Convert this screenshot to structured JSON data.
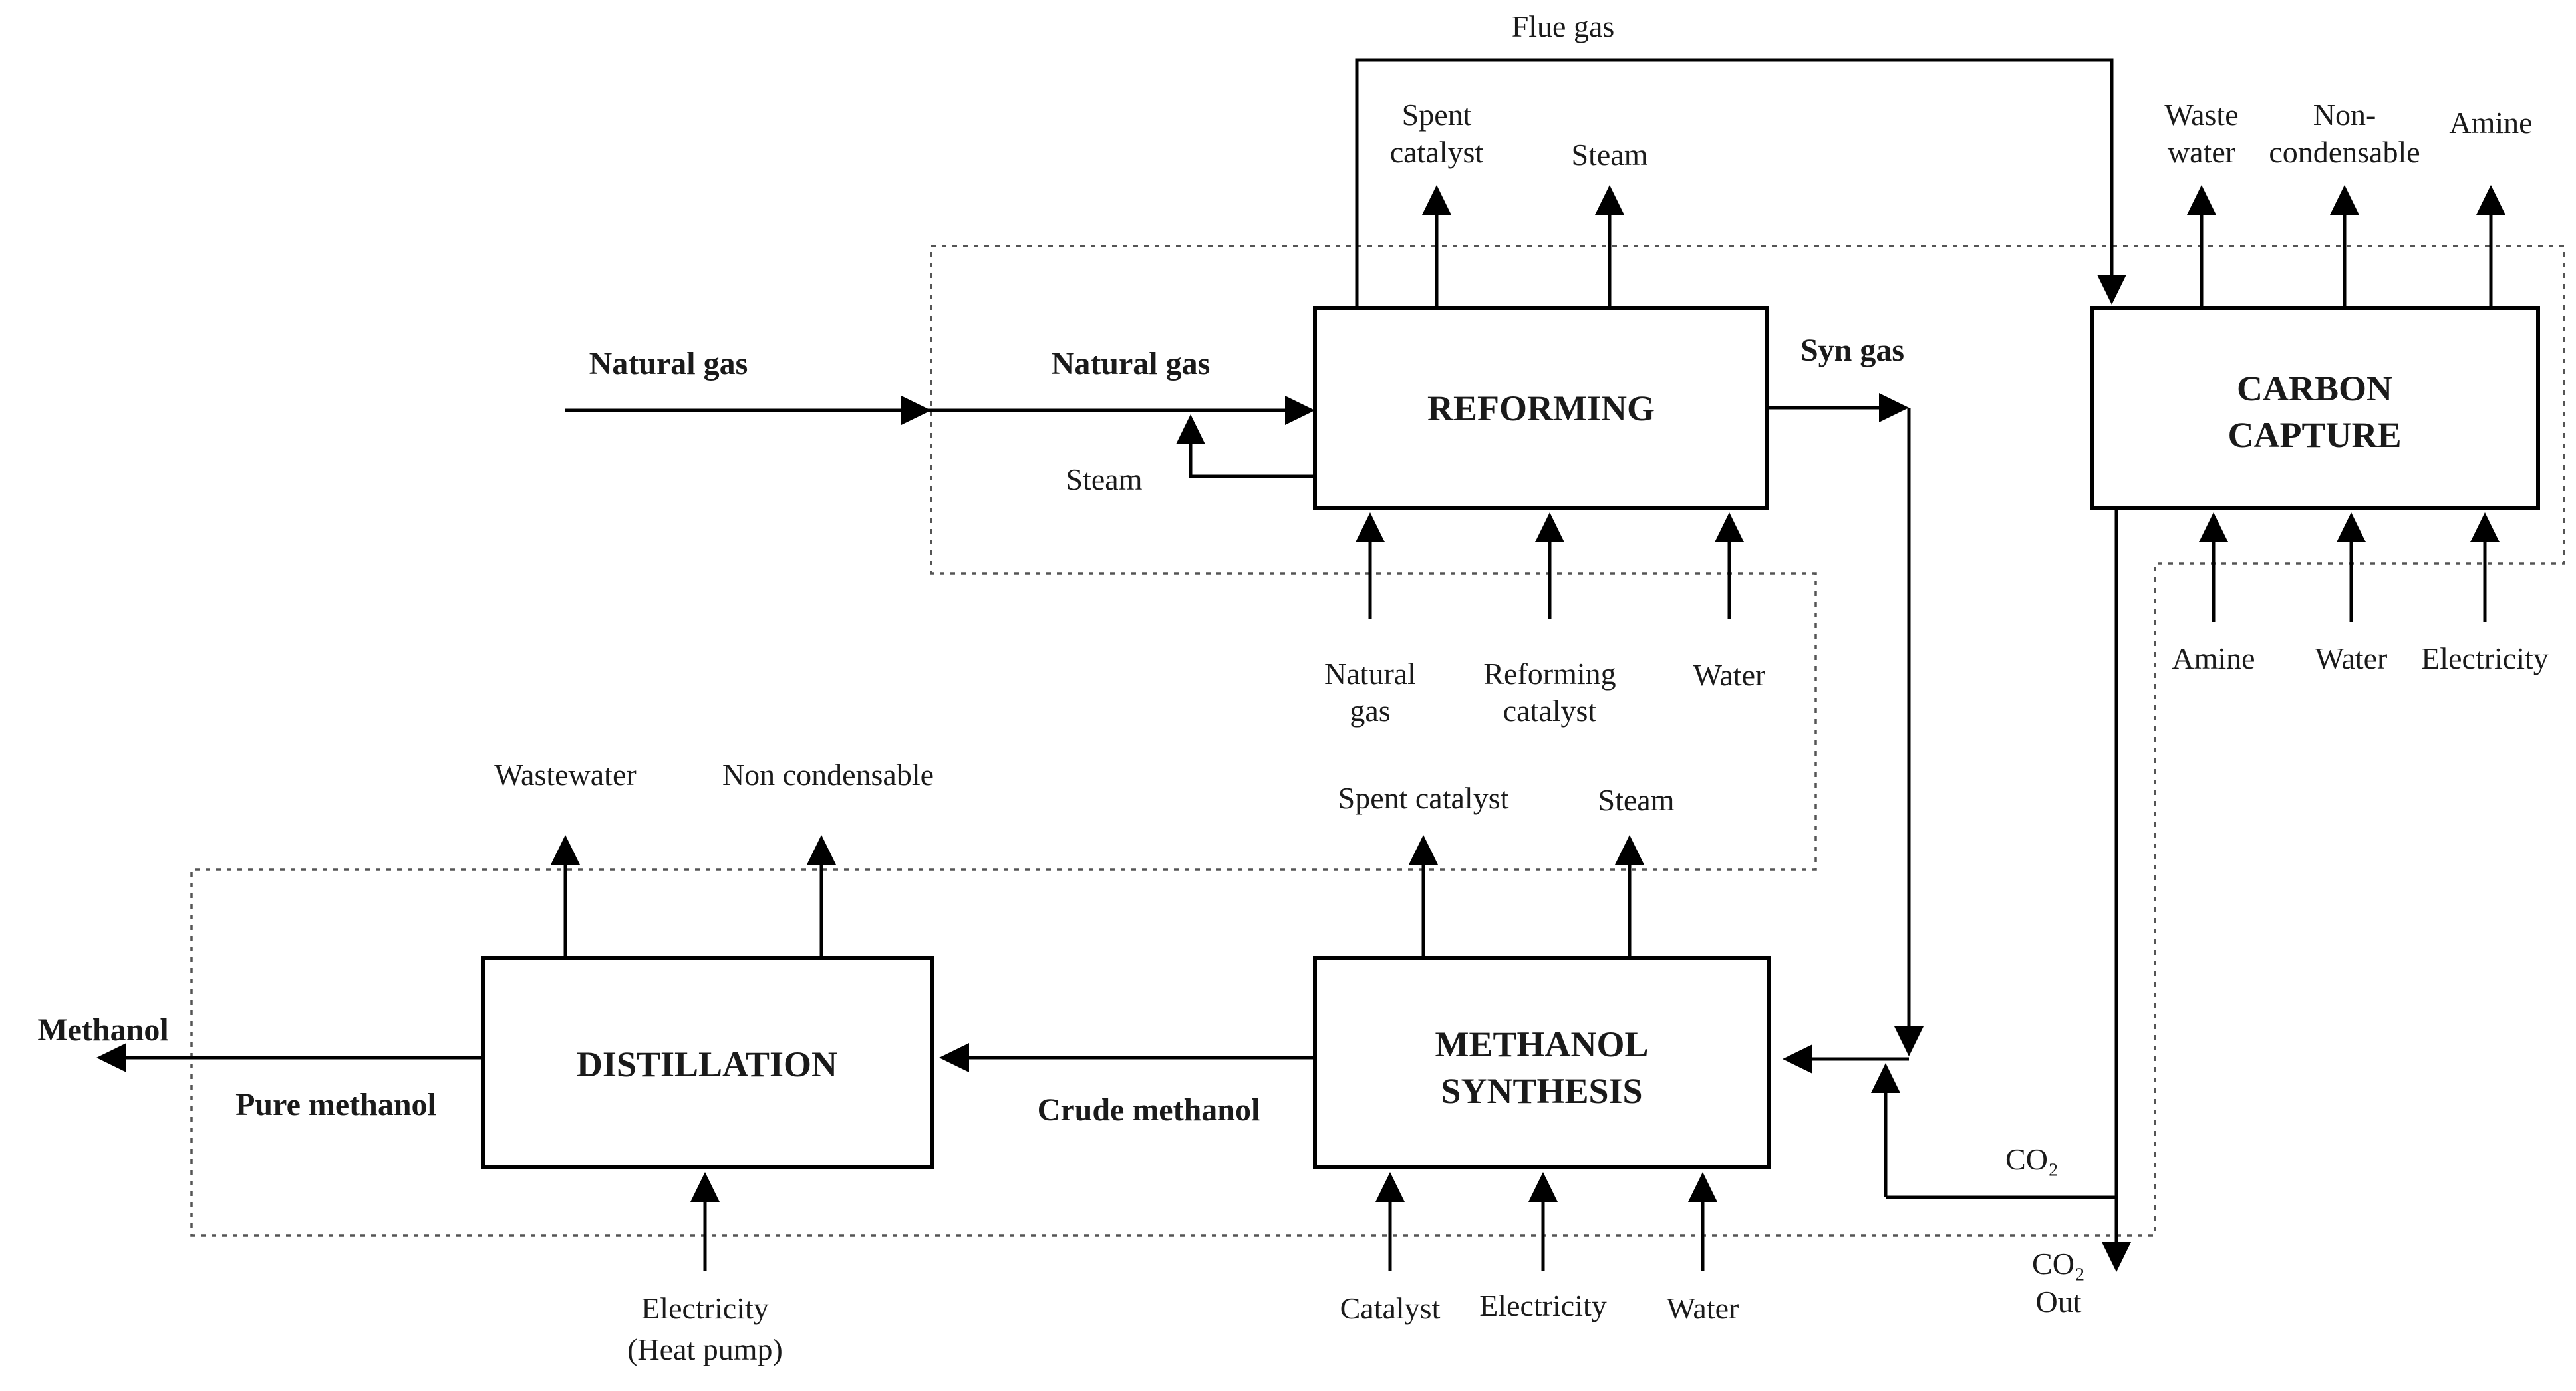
{
  "diagram": {
    "type": "process-flow-diagram",
    "background_color": "#ffffff",
    "line_color": "#000000",
    "boundary_color": "#555555",
    "boxes": {
      "reforming": {
        "title": "REFORMING"
      },
      "carbon_capture": {
        "title_line1": "CARBON",
        "title_line2": "CAPTURE"
      },
      "methanol_synthesis": {
        "title_line1": "METHANOL",
        "title_line2": "SYNTHESIS"
      },
      "distillation": {
        "title": "DISTILLATION"
      }
    },
    "streams": {
      "flue_gas": "Flue gas",
      "natural_gas_feed": "Natural gas",
      "natural_gas_internal": "Natural gas",
      "steam_recycle": "Steam",
      "reforming_out_spent_catalyst_line1": "Spent",
      "reforming_out_spent_catalyst_line2": "catalyst",
      "reforming_out_steam": "Steam",
      "syn_gas": "Syn gas",
      "reforming_in_natural_gas_line1": "Natural",
      "reforming_in_natural_gas_line2": "gas",
      "reforming_in_catalyst_line1": "Reforming",
      "reforming_in_catalyst_line2": "catalyst",
      "reforming_in_water": "Water",
      "cc_out_waste_water_line1": "Waste",
      "cc_out_waste_water_line2": "water",
      "cc_out_non_condensable_line1": "Non-",
      "cc_out_non_condensable_line2": "condensable",
      "cc_out_amine": "Amine",
      "cc_in_amine": "Amine",
      "cc_in_water": "Water",
      "cc_in_electricity": "Electricity",
      "co2": "CO₂",
      "co2_out_line1": "CO₂",
      "co2_out_line2": "Out",
      "ms_out_spent_catalyst": "Spent catalyst",
      "ms_out_steam": "Steam",
      "ms_in_catalyst": "Catalyst",
      "ms_in_electricity": "Electricity",
      "ms_in_water": "Water",
      "crude_methanol": "Crude methanol",
      "dist_out_wastewater": "Wastewater",
      "dist_out_non_condensable": "Non condensable",
      "dist_in_electricity_line1": "Electricity",
      "dist_in_electricity_line2": "(Heat pump)",
      "pure_methanol": "Pure methanol",
      "methanol_product": "Methanol"
    }
  }
}
